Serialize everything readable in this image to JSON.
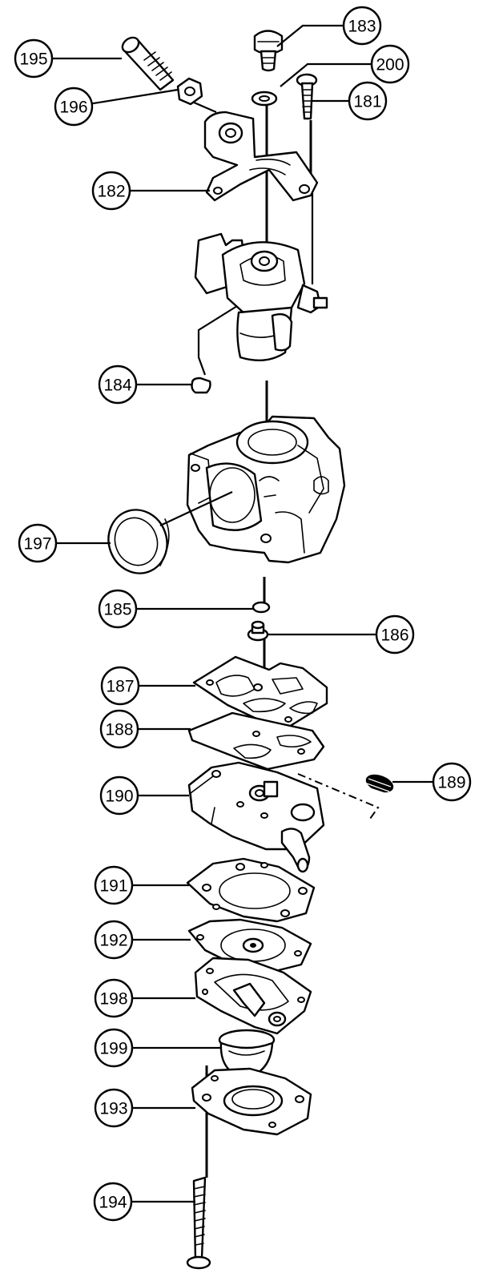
{
  "callouts": [
    {
      "id": "c183",
      "label": "183"
    },
    {
      "id": "c195",
      "label": "195"
    },
    {
      "id": "c200",
      "label": "200"
    },
    {
      "id": "c196",
      "label": "196"
    },
    {
      "id": "c181",
      "label": "181"
    },
    {
      "id": "c182",
      "label": "182"
    },
    {
      "id": "c184",
      "label": "184"
    },
    {
      "id": "c197",
      "label": "197"
    },
    {
      "id": "c185",
      "label": "185"
    },
    {
      "id": "c186",
      "label": "186"
    },
    {
      "id": "c187",
      "label": "187"
    },
    {
      "id": "c188",
      "label": "188"
    },
    {
      "id": "c189",
      "label": "189"
    },
    {
      "id": "c190",
      "label": "190"
    },
    {
      "id": "c191",
      "label": "191"
    },
    {
      "id": "c192",
      "label": "192"
    },
    {
      "id": "c198",
      "label": "198"
    },
    {
      "id": "c199",
      "label": "199"
    },
    {
      "id": "c193",
      "label": "193"
    },
    {
      "id": "c194",
      "label": "194"
    }
  ]
}
